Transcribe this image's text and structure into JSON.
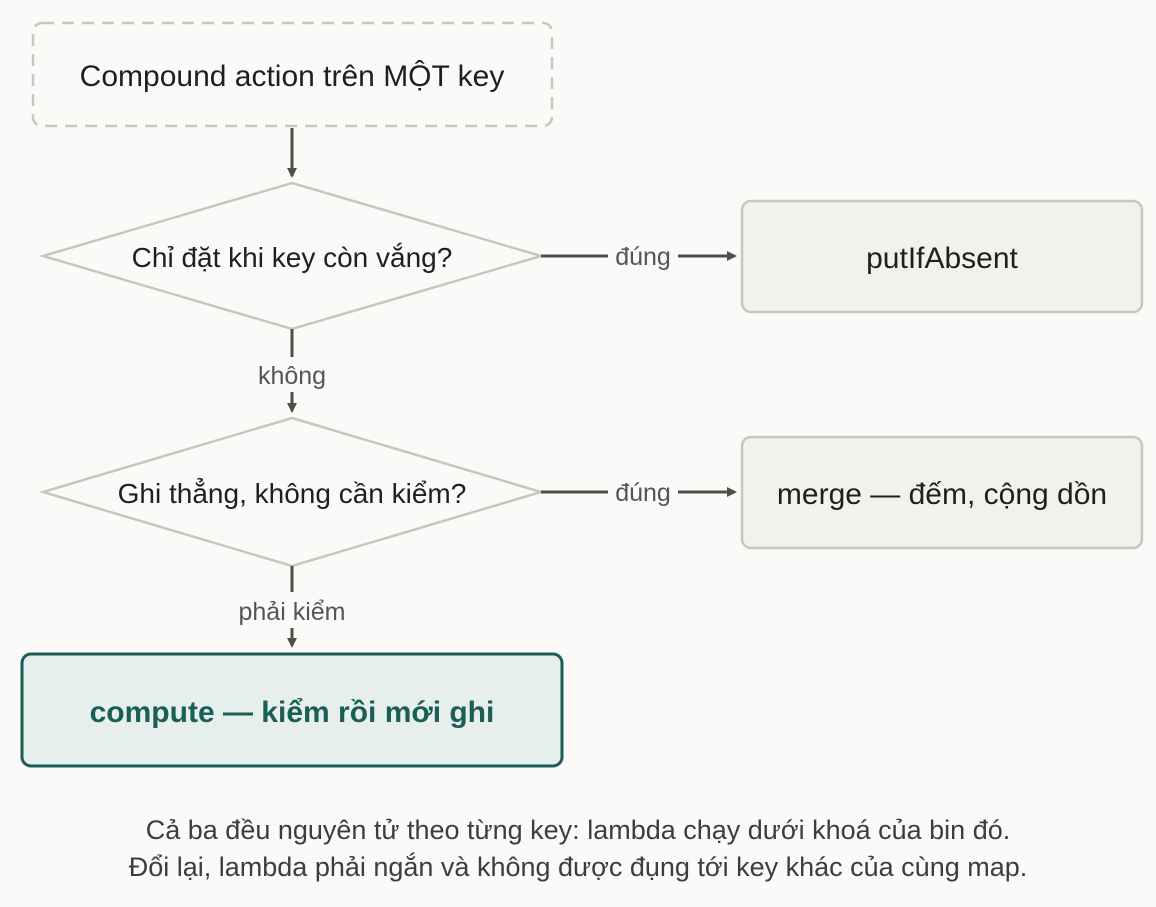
{
  "diagram": {
    "start": {
      "label": "Compound action trên MỘT key"
    },
    "decision1": {
      "label": "Chỉ đặt khi key còn vắng?"
    },
    "decision2": {
      "label": "Ghi thẳng, không cần kiểm?"
    },
    "result_put_if_absent": {
      "label": "putIfAbsent"
    },
    "result_merge": {
      "label": "merge — đếm, cộng dồn"
    },
    "result_compute": {
      "label": "compute — kiểm rồi mới ghi"
    },
    "edges": {
      "d1_yes": "đúng",
      "d1_no": "không",
      "d2_yes": "đúng",
      "d2_no": "phải kiểm"
    },
    "colors": {
      "border": "#c8c7bd",
      "box_fill": "#f2f1ec",
      "arrow": "#4f4f4a",
      "accent": "#1a5e57",
      "accent_fill": "#e7efec"
    }
  },
  "caption": {
    "line1": "Cả ba đều nguyên tử theo từng key: lambda chạy dưới khoá của bin đó.",
    "line2": "Đổi lại, lambda phải ngắn và không được đụng tới key khác của cùng map."
  }
}
